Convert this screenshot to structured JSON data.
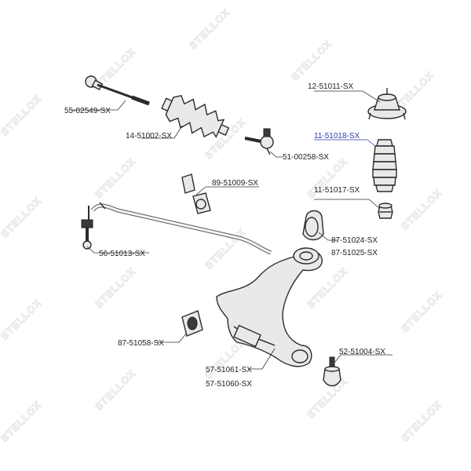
{
  "watermark": "STELLOX",
  "highlight_color": "#2c3fb0",
  "labels": {
    "p_55_02549": "55-02549-SX",
    "p_14_51002": "14-51002-SX",
    "p_51_00258": "51-00258-SX",
    "p_12_51011": "12-51011-SX",
    "p_11_51018": "11-51018-SX",
    "p_11_51017": "11-51017-SX",
    "p_89_51009": "89-51009-SX",
    "p_87_51024": "87-51024-SX",
    "p_87_51025": "87-51025-SX",
    "p_56_51013": "56-51013-SX",
    "p_87_51058": "87-51058-SX",
    "p_52_51004": "52-51004-SX",
    "p_57_51061": "57-51061-SX",
    "p_57_51060": "57-51060-SX"
  }
}
